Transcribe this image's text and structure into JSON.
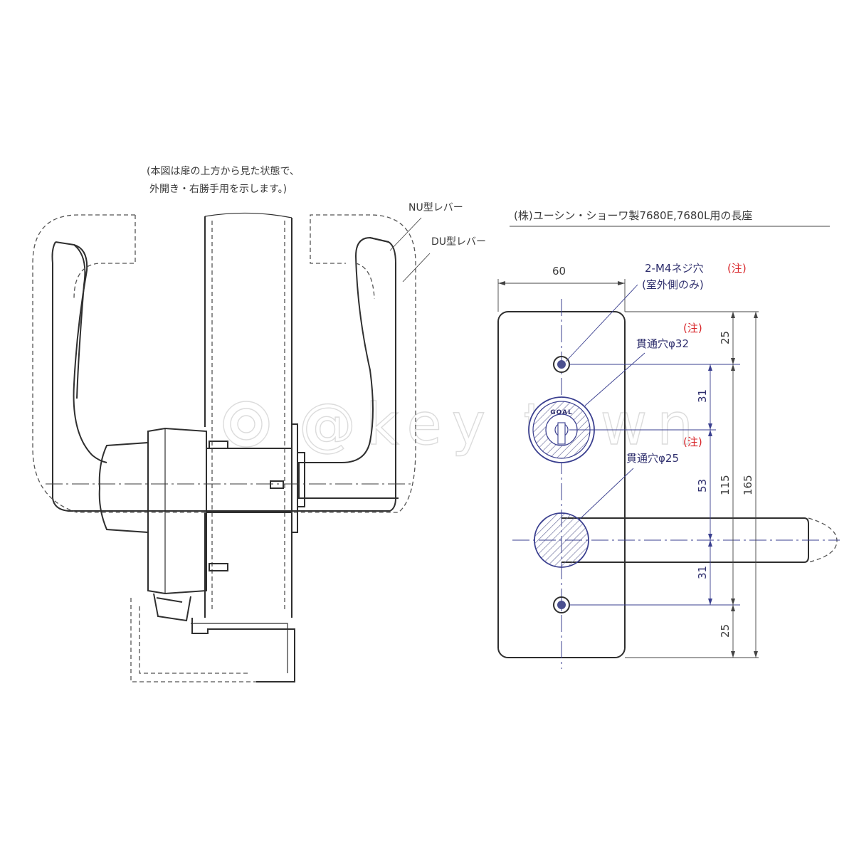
{
  "left_view": {
    "note_line1": "(本図は扉の上方から見た状態で、",
    "note_line2": "外開き・右勝手用を示します。)",
    "nu_label": "NU型レバー",
    "du_label": "DU型レバー"
  },
  "right_view": {
    "title": "(株)ユーシン・ショーワ製7680E,7680L用の長座",
    "screw_label": "2-M4ネジ穴",
    "screw_note": "(注)",
    "screw_sub": "(室外側のみ)",
    "hole32_note": "(注)",
    "hole32_label": "貫通穴φ32",
    "hole25_note": "(注)",
    "hole25_label": "貫通穴φ25",
    "cylinder_brand": "GOAL",
    "dim_width": "60",
    "dim_top": "25",
    "dim_31a": "31",
    "dim_53": "53",
    "dim_31b": "31",
    "dim_bottom": "25",
    "dim_115": "115",
    "dim_165": "165"
  },
  "watermark": "@key town",
  "colors": {
    "line": "#2f2f2f",
    "dimension_blue": "#30306e",
    "note_red": "#d8272b",
    "watermark": "#dcdcdc"
  }
}
